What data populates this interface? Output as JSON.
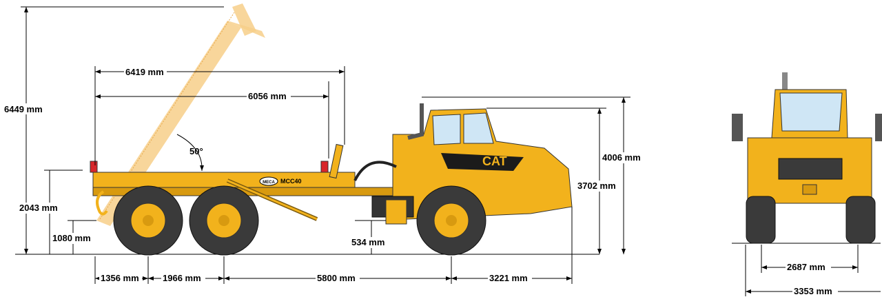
{
  "dimensions": {
    "total_height_raised": "6449 mm",
    "body_length_outer": "6419 mm",
    "body_length_inner": "6056 mm",
    "tipping_angle": "50°",
    "overall_height": "4006 mm",
    "cab_height": "3702 mm",
    "hook_height": "2043 mm",
    "body_floor_height": "1080 mm",
    "ground_clearance": "534 mm",
    "rear_overhang": "1356 mm",
    "bogie_spacing": "1966 mm",
    "wheelbase": "5800 mm",
    "front_overhang": "3221 mm",
    "track_width": "2687 mm",
    "overall_width": "3353 mm"
  },
  "branding": {
    "hook_brand": "MECA",
    "hook_model": "MCC40",
    "cab_logo": "CAT"
  },
  "colors": {
    "truck_yellow": "#f2b21c",
    "body_faded": "#f7cf8a",
    "tire_dark": "#3a3a3a",
    "glass": "#cfe6f5",
    "light_red": "#d8262b"
  }
}
